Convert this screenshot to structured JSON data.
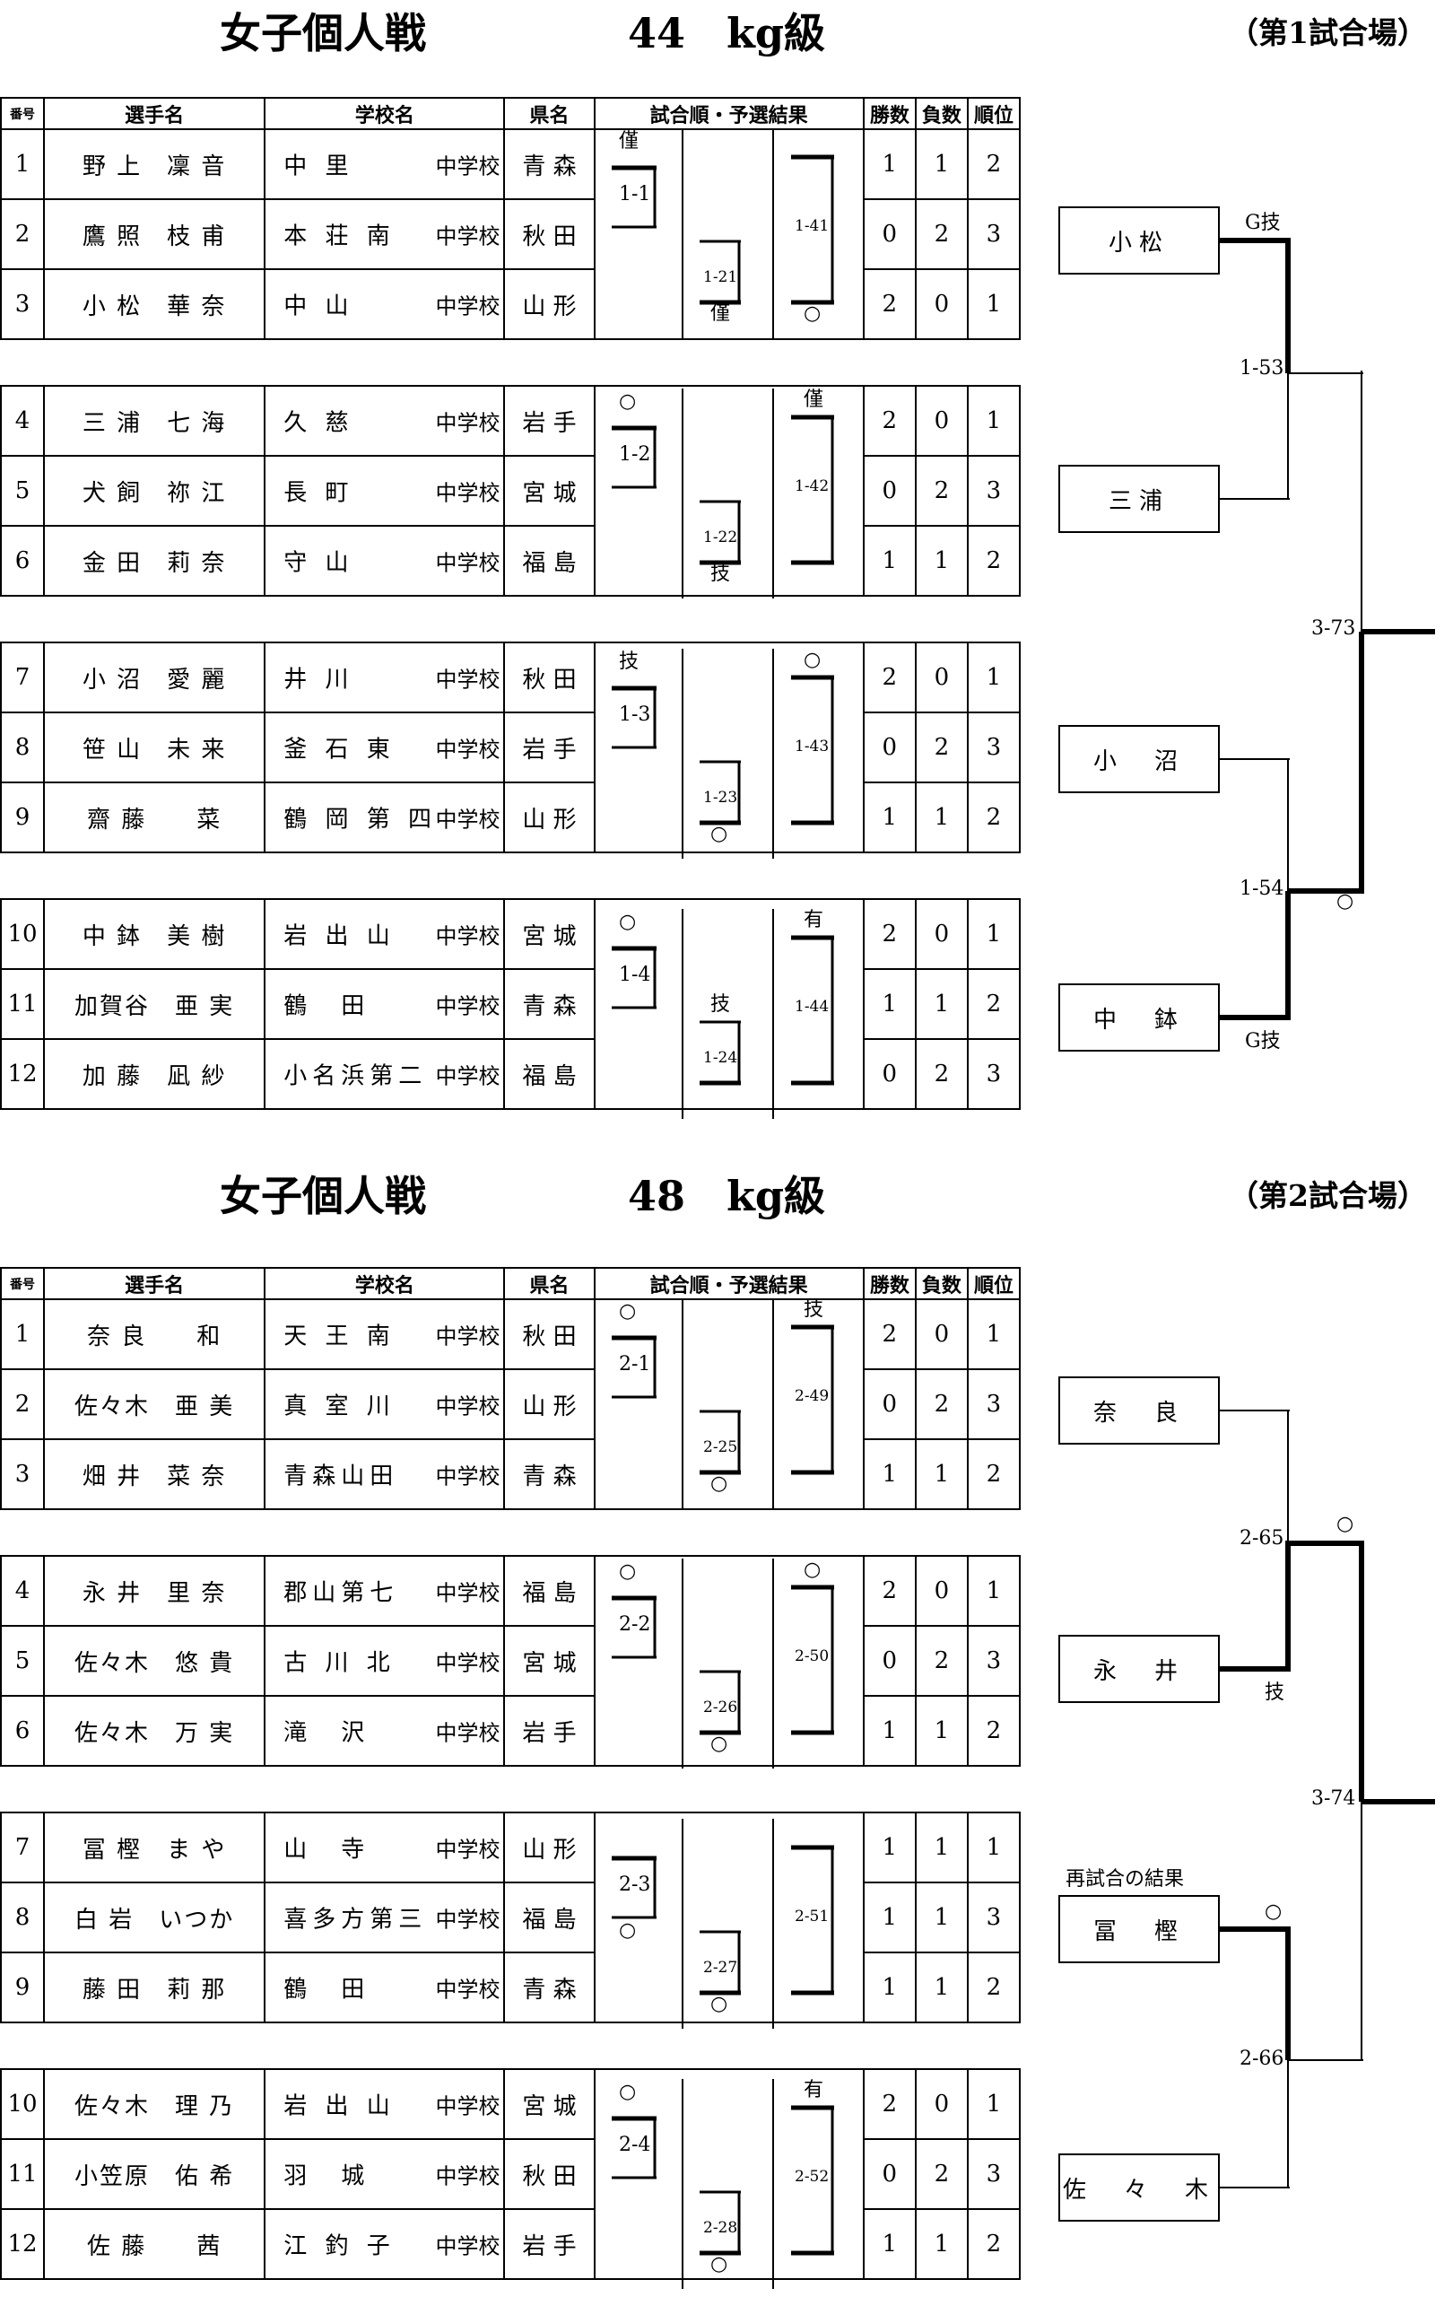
{
  "headers": {
    "no": "番号",
    "name": "選手名",
    "school": "学校名",
    "pref": "県名",
    "result": "試合順・予選結果",
    "wins": "勝数",
    "losses": "負数",
    "rank": "順位"
  },
  "suffix": "中学校",
  "sections": [
    {
      "title": "女子個人戦",
      "weight": "44　kg級",
      "venue": "（第1試合場）",
      "rows": [
        {
          "no": "1",
          "name": "野 上　凜 音",
          "school": "中 里",
          "pref": "青 森",
          "w": "1",
          "l": "1",
          "r": "2"
        },
        {
          "no": "2",
          "name": "鷹 照　枝 甫",
          "school": "本 荘 南",
          "pref": "秋 田",
          "w": "0",
          "l": "2",
          "r": "3"
        },
        {
          "no": "3",
          "name": "小 松　華 奈",
          "school": "中 山",
          "pref": "山 形",
          "w": "2",
          "l": "0",
          "r": "1"
        },
        {
          "no": "4",
          "name": "三 浦　七 海",
          "school": "久 慈",
          "pref": "岩 手",
          "w": "2",
          "l": "0",
          "r": "1"
        },
        {
          "no": "5",
          "name": "犬 飼　祢 江",
          "school": "長 町",
          "pref": "宮 城",
          "w": "0",
          "l": "2",
          "r": "3"
        },
        {
          "no": "6",
          "name": "金 田　莉 奈",
          "school": "守 山",
          "pref": "福 島",
          "w": "1",
          "l": "1",
          "r": "2"
        },
        {
          "no": "7",
          "name": "小 沼　愛 麗",
          "school": "井 川",
          "pref": "秋 田",
          "w": "2",
          "l": "0",
          "r": "1"
        },
        {
          "no": "8",
          "name": "笹 山　未 来",
          "school": "釜 石 東",
          "pref": "岩 手",
          "w": "0",
          "l": "2",
          "r": "3"
        },
        {
          "no": "9",
          "name": "齋 藤　　菜",
          "school": "鶴 岡 第 四",
          "pref": "山 形",
          "w": "1",
          "l": "1",
          "r": "2"
        },
        {
          "no": "10",
          "name": "中 鉢　美 樹",
          "school": "岩 出 山",
          "pref": "宮 城",
          "w": "2",
          "l": "0",
          "r": "1"
        },
        {
          "no": "11",
          "name": "加賀谷　亜 実",
          "school": "鶴　田",
          "pref": "青 森",
          "w": "1",
          "l": "1",
          "r": "2"
        },
        {
          "no": "12",
          "name": "加 藤　凪 紗",
          "school": "小名浜第二",
          "pref": "福 島",
          "w": "0",
          "l": "2",
          "r": "3"
        }
      ],
      "groups": [
        {
          "m1": "1-1",
          "m2": "1-21",
          "m3": "1-41",
          "top1": "僅",
          "top3": "",
          "bot2": "僅",
          "bot3": "○",
          "top2": ""
        },
        {
          "m1": "1-2",
          "m2": "1-22",
          "m3": "1-42",
          "top1": "○",
          "top3": "僅",
          "bot2": "技",
          "bot3": "",
          "top2": ""
        },
        {
          "m1": "1-3",
          "m2": "1-23",
          "m3": "1-43",
          "top1": "技",
          "top3": "○",
          "bot2": "○",
          "bot3": "",
          "top2": ""
        },
        {
          "m1": "1-4",
          "m2": "1-24",
          "m3": "1-44",
          "top1": "○",
          "top3": "有",
          "bot2": "",
          "bot3": "",
          "top2": "技"
        }
      ],
      "finals": {
        "boxes": [
          "小松",
          "三浦",
          "小　沼",
          "中　鉢"
        ],
        "labels": {
          "a": "G技",
          "b": "1-53",
          "c": "3-73",
          "d": "1-54",
          "e": "○",
          "f": "G技"
        },
        "note": ""
      }
    },
    {
      "title": "女子個人戦",
      "weight": "48　kg級",
      "venue": "（第2試合場）",
      "rows": [
        {
          "no": "1",
          "name": "奈 良　　和",
          "school": "天 王 南",
          "pref": "秋 田",
          "w": "2",
          "l": "0",
          "r": "1"
        },
        {
          "no": "2",
          "name": "佐々木　亜 美",
          "school": "真 室 川",
          "pref": "山 形",
          "w": "0",
          "l": "2",
          "r": "3"
        },
        {
          "no": "3",
          "name": "畑 井　菜 奈",
          "school": "青森山田",
          "pref": "青 森",
          "w": "1",
          "l": "1",
          "r": "2"
        },
        {
          "no": "4",
          "name": "永 井　里 奈",
          "school": "郡山第七",
          "pref": "福 島",
          "w": "2",
          "l": "0",
          "r": "1"
        },
        {
          "no": "5",
          "name": "佐々木　悠 貴",
          "school": "古 川 北",
          "pref": "宮 城",
          "w": "0",
          "l": "2",
          "r": "3"
        },
        {
          "no": "6",
          "name": "佐々木　万 実",
          "school": "滝　沢",
          "pref": "岩 手",
          "w": "1",
          "l": "1",
          "r": "2"
        },
        {
          "no": "7",
          "name": "冨 樫　ま や",
          "school": "山　寺",
          "pref": "山 形",
          "w": "1",
          "l": "1",
          "r": "1"
        },
        {
          "no": "8",
          "name": "白 岩　いつか",
          "school": "喜多方第三",
          "pref": "福 島",
          "w": "1",
          "l": "1",
          "r": "3"
        },
        {
          "no": "9",
          "name": "藤 田　莉 那",
          "school": "鶴　田",
          "pref": "青 森",
          "w": "1",
          "l": "1",
          "r": "2"
        },
        {
          "no": "10",
          "name": "佐々木　理 乃",
          "school": "岩 出 山",
          "pref": "宮 城",
          "w": "2",
          "l": "0",
          "r": "1"
        },
        {
          "no": "11",
          "name": "小笠原　佑 希",
          "school": "羽　城",
          "pref": "秋 田",
          "w": "0",
          "l": "2",
          "r": "3"
        },
        {
          "no": "12",
          "name": "佐 藤　　茜",
          "school": "江 釣 子",
          "pref": "岩 手",
          "w": "1",
          "l": "1",
          "r": "2"
        }
      ],
      "groups": [
        {
          "m1": "2-1",
          "m2": "2-25",
          "m3": "2-49",
          "top1": "○",
          "top3": "技",
          "bot2": "○",
          "bot3": "",
          "top2": ""
        },
        {
          "m1": "2-2",
          "m2": "2-26",
          "m3": "2-50",
          "top1": "○",
          "top3": "○",
          "bot2": "○",
          "bot3": "",
          "top2": ""
        },
        {
          "m1": "2-3",
          "m2": "2-27",
          "m3": "2-51",
          "top1": "",
          "top3": "",
          "bot2": "○",
          "bot3": "",
          "top2": "",
          "bot1": "○"
        },
        {
          "m1": "2-4",
          "m2": "2-28",
          "m3": "2-52",
          "top1": "○",
          "top3": "有",
          "bot2": "○",
          "bot3": "",
          "top2": ""
        }
      ],
      "finals": {
        "boxes": [
          "奈　良",
          "永　井",
          "冨　樫",
          "佐　々　木"
        ],
        "labels": {
          "a": "2-65",
          "b": "○",
          "c": "技",
          "d": "3-74",
          "e": "○",
          "f": "2-66"
        },
        "note": "再試合の結果"
      }
    }
  ]
}
